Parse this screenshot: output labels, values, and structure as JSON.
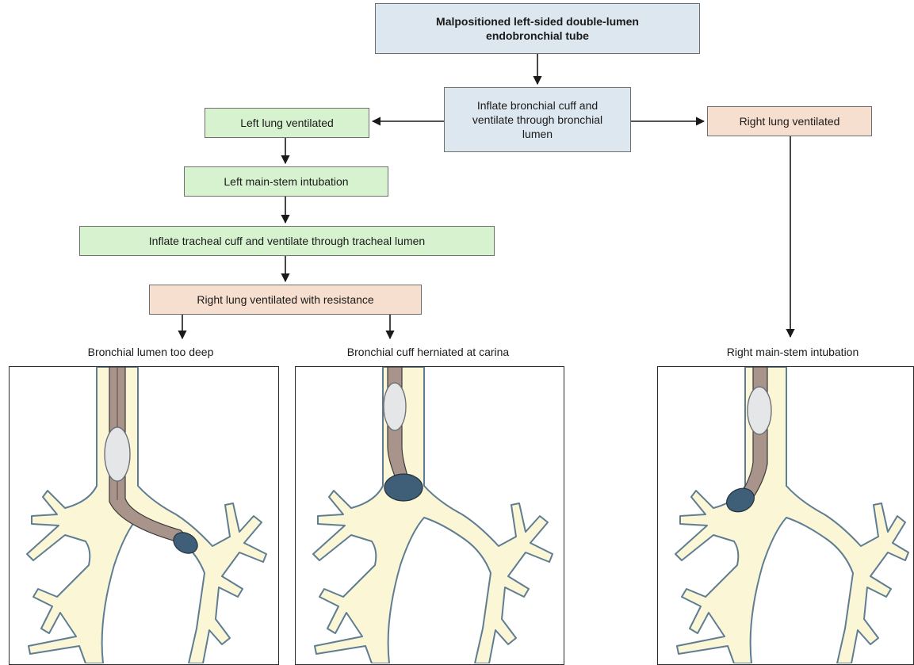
{
  "nodes": {
    "start": "Malpositioned left-sided double-lumen endobronchial tube",
    "inflate_bronchial": "Inflate bronchial cuff and ventilate through bronchial lumen",
    "left_lung": "Left lung ventilated",
    "right_lung": "Right lung ventilated",
    "left_mainstem": "Left main-stem intubation",
    "inflate_tracheal": "Inflate tracheal cuff and ventilate through tracheal lumen",
    "right_resistance": "Right lung ventilated with resistance"
  },
  "outcomes": {
    "too_deep": "Bronchial lumen too deep",
    "herniated": "Bronchial cuff herniated at carina",
    "right_mainstem": "Right main-stem intubation"
  },
  "colors": {
    "blue_box": "#dde7ef",
    "green_box": "#d6f2cf",
    "peach_box": "#f7dfcf",
    "airway": "#fbf6d6",
    "tube": "#a9948c",
    "bronchial_cuff": "#3f5f78",
    "tracheal_cuff": "#e4e6e8"
  }
}
